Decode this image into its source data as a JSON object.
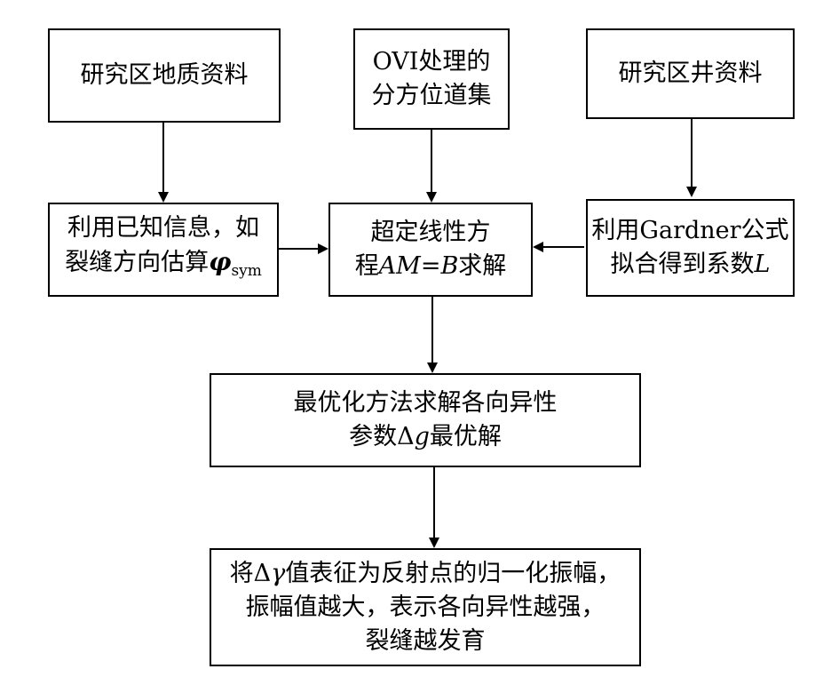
{
  "nodes": {
    "geology": {
      "line1": "研究区地质资料"
    },
    "ovi": {
      "line1": "OVI处理的",
      "line2": "分方位道集"
    },
    "well": {
      "line1": "研究区井资料"
    },
    "prior": {
      "line1": "利用已知信息，如",
      "line2_text": "裂缝方向估算",
      "line2_symbol": "φ",
      "line2_sub": "sym"
    },
    "equation": {
      "line1": "超定线性方",
      "line2_pre": "程",
      "line2_expr": "AM=B",
      "line2_post": "求解"
    },
    "gardner": {
      "line1": "利用Gardner公式",
      "line2_text": "拟合得到系数",
      "line2_var": "L"
    },
    "optimize": {
      "line1": "最优化方法求解各向异性",
      "line2_pre": "参数Δ",
      "line2_var": "g",
      "line2_post": "最优解"
    },
    "result": {
      "line1_pre": "将Δ",
      "line1_var": "γ",
      "line1_post": "值表征为反射点的归一化振幅，",
      "line2": "振幅值越大，表示各向异性越强，",
      "line3": "裂缝越发育"
    }
  },
  "edges": [
    {
      "from": "geology",
      "to": "prior"
    },
    {
      "from": "ovi",
      "to": "equation"
    },
    {
      "from": "well",
      "to": "gardner"
    },
    {
      "from": "prior",
      "to": "equation"
    },
    {
      "from": "gardner",
      "to": "equation"
    },
    {
      "from": "equation",
      "to": "optimize"
    },
    {
      "from": "optimize",
      "to": "result"
    }
  ]
}
